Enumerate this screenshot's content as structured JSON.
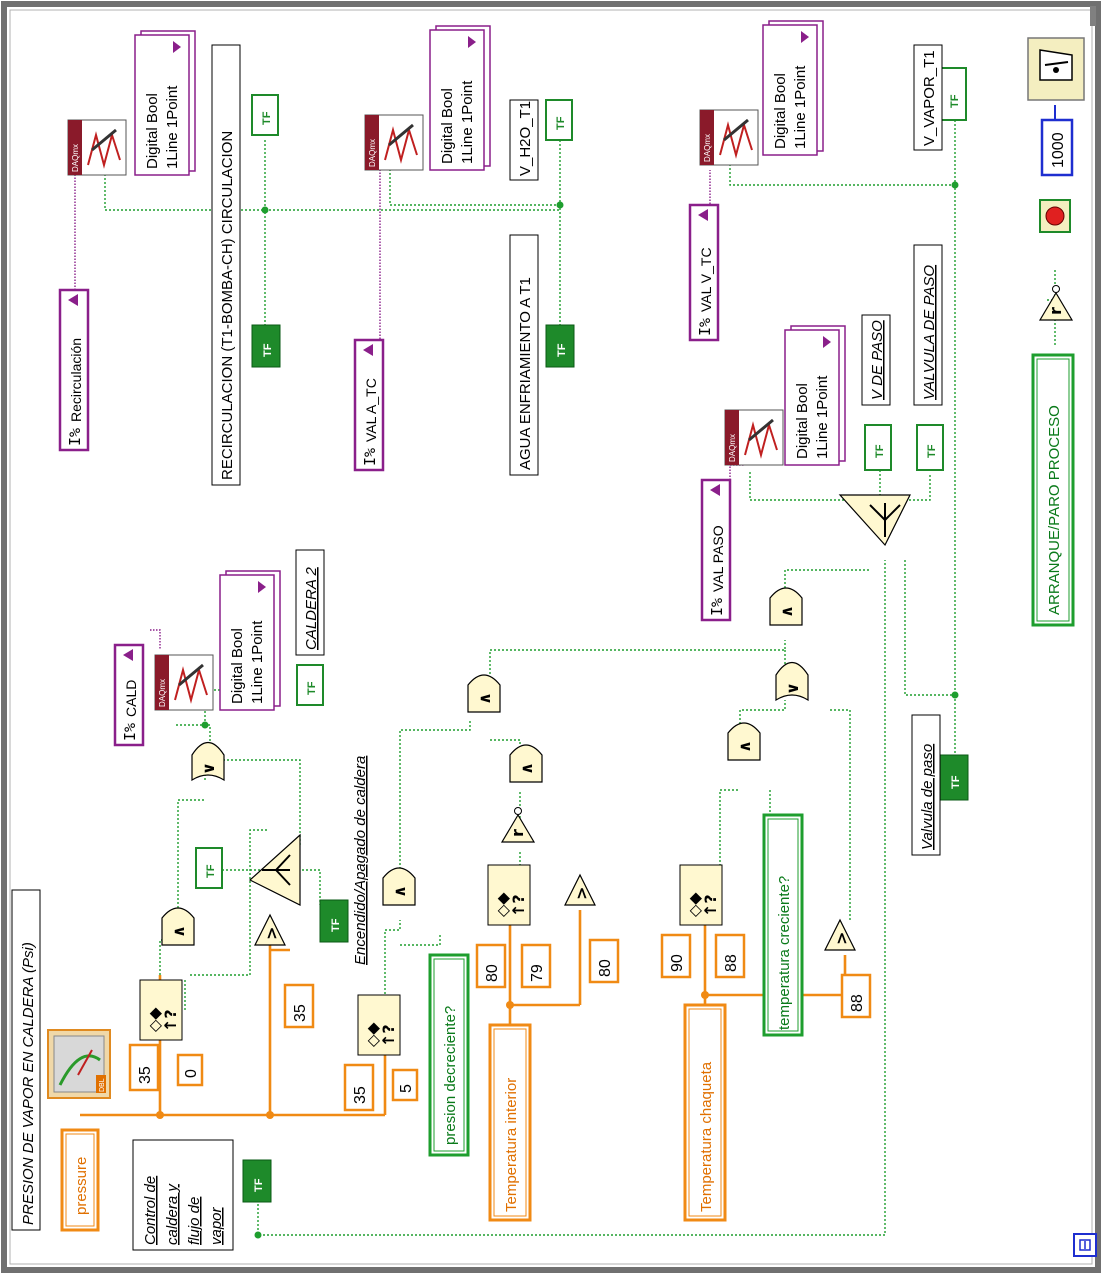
{
  "diagram": {
    "title": "PRESION DE VAPOR EN CALDERA (Psi)",
    "comment": [
      "Control de",
      "caldera y",
      "flujo de",
      "vapor"
    ],
    "controls": {
      "pressure": "pressure",
      "temp_interior": "Temperatura interior",
      "temp_chaqueta": "Temperatura chaqueta",
      "presion_decreciente": "presion decreciente?",
      "temperatura_creciente": "temperatura creciente?",
      "arranque_paro": "ARRANQUE/PARO PROCESO"
    },
    "labels": {
      "encendido": "Encendido/Apagado de caldera",
      "caldera2": "CALDERA 2",
      "recirculacion_full": "RECIRCULACION (T1-BOMBA-CH) CIRCULACION",
      "agua_enfriamiento": "AGUA ENFRIAMIENTO A T1",
      "v_h2o_t1": "V_H2O_T1",
      "v_vapor_t1": "V_VAPOR_T1",
      "v_de_paso": "V DE PASO",
      "valvula_de_paso_caps": "VALVULA DE PASO",
      "valvula_de_paso": "Valvula de paso"
    },
    "channels": {
      "recirculacion": "Recirculación",
      "val_a_tc": "VAL A_TC",
      "val_v_tc": "VAL V_TC",
      "val_paso": "VAL PASO",
      "cald": "CALD"
    },
    "daq_text": [
      "Digital Bool",
      "1Line 1Point"
    ],
    "daq_icon_label": "DAQmx",
    "tf_label": "TF",
    "constants": {
      "c35a": "35",
      "c0": "0",
      "c35b": "35",
      "c35c": "35",
      "c5": "5",
      "c80a": "80",
      "c79": "79",
      "c80b": "80",
      "c90": "90",
      "c88a": "88",
      "c88b": "88",
      "wait_ms": "1000"
    },
    "icons": [
      "loop-condition-icon",
      "wait-ms-icon",
      "stop-button-icon",
      "daqmx-write-icon",
      "and-gate-icon",
      "or-gate-icon",
      "not-gate-icon",
      "compare-icon",
      "in-range-icon",
      "select-icon",
      "gauge-icon"
    ]
  }
}
